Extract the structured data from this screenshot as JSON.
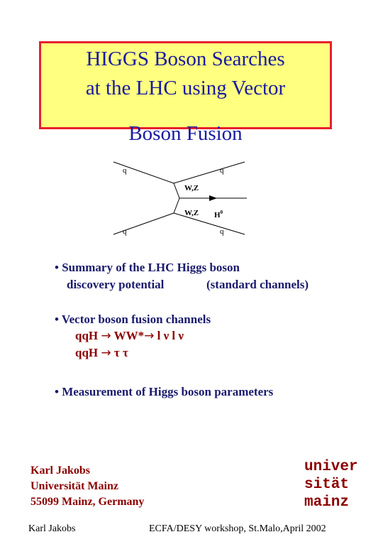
{
  "title": {
    "line1": "HIGGS Boson Searches",
    "line2": "at  the LHC using Vector",
    "line3": "Boson Fusion"
  },
  "diagram": {
    "quark_label": "q",
    "boson_label": "W,Z",
    "higgs_label": "H",
    "higgs_superscript": "0"
  },
  "bullets": {
    "b1_line1": "• Summary of the LHC Higgs boson",
    "b1_line2a": "discovery potential",
    "b1_line2b": "(standard channels)",
    "b2_line1": "• Vector boson fusion  channels",
    "b2_ch1_a": "qq",
    "b2_ch1_b": "H",
    "b2_ch1_arrow1": "→",
    "b2_ch1_c": "WW*",
    "b2_ch1_arrow2": "→",
    "b2_ch1_d": "l ν l ν",
    "b2_ch2_a": "qq",
    "b2_ch2_b": "H",
    "b2_ch2_arrow": "→",
    "b2_ch2_c": "τ  τ",
    "b3_line1": "•  Measurement of Higgs boson parameters"
  },
  "author": {
    "name": "Karl Jakobs",
    "affiliation": "Universität Mainz",
    "address": "55099 Mainz, Germany"
  },
  "logo": {
    "text_line1": "univer",
    "text_line2": "sität",
    "text_line3": "mainz",
    "color": "#8b0000"
  },
  "footer": {
    "left": "Karl Jakobs",
    "right": "ECFA/DESY workshop, St.Malo,April 2002"
  },
  "colors": {
    "title_bg": "#ffff80",
    "title_border": "#e8202a",
    "title_text": "#1a1aa0",
    "body_text": "#1a1a6e",
    "accent": "#8b0000"
  }
}
